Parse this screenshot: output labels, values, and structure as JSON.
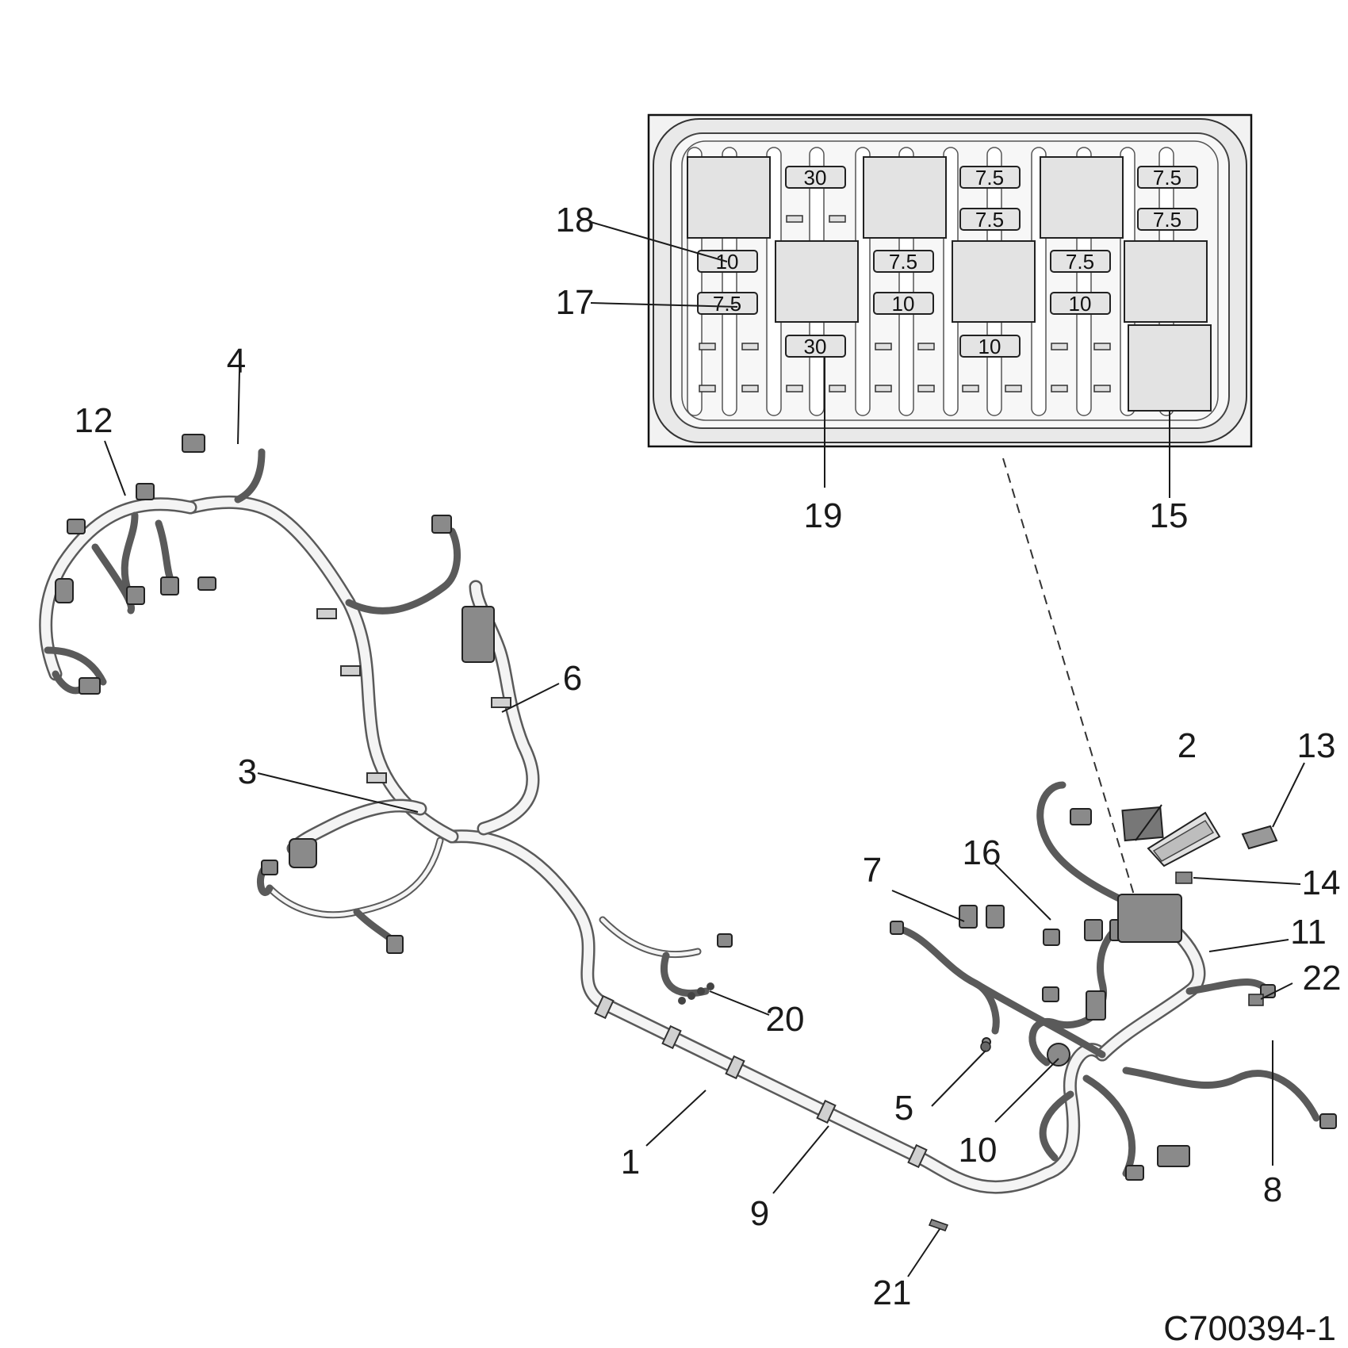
{
  "callouts": {
    "c1": "1",
    "c2": "2",
    "c3": "3",
    "c4": "4",
    "c5": "5",
    "c6": "6",
    "c7": "7",
    "c8": "8",
    "c9": "9",
    "c10": "10",
    "c11": "11",
    "c12": "12",
    "c13": "13",
    "c14": "14",
    "c15": "15",
    "c16": "16",
    "c17": "17",
    "c18": "18",
    "c19": "19",
    "c20": "20",
    "c21": "21",
    "c22": "22"
  },
  "fuse_box": {
    "fuses": {
      "r1c1": "30",
      "r1c2": "7.5",
      "r1c3": "7.5",
      "r2c2": "7.5",
      "r2c3": "7.5",
      "r3c0": "10",
      "r3c1": "7.5",
      "r3c2": "7.5",
      "r4c0": "7.5",
      "r4c1": "10",
      "r4c2": "10",
      "r5c1": "30",
      "r5c2": "10"
    }
  },
  "drawing_number": "C700394-1"
}
